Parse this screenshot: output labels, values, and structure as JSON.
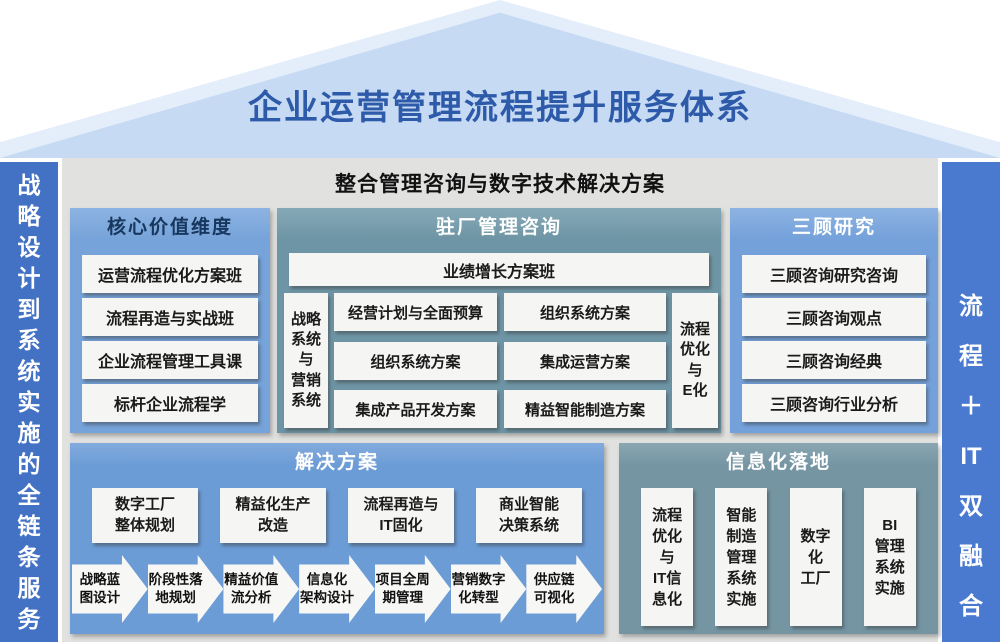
{
  "roof": {
    "title": "企业运营管理流程提升服务体系"
  },
  "left_sidebar": {
    "text": "战\n略\n设\n计\n到\n系\n统\n实\n施\n的\n全\n链\n条\n服\n务"
  },
  "right_sidebar": {
    "text": "流\n程\n＋\nIT\n双\n融\n合"
  },
  "header_bar": {
    "title": "整合管理咨询与数字技术解决方案"
  },
  "panels": {
    "core_value": {
      "title": "核心价值维度",
      "items": [
        "运营流程优化方案班",
        "流程再造与实战班",
        "企业流程管理工具课",
        "标杆企业流程学"
      ]
    },
    "onsite": {
      "title": "驻厂管理咨询",
      "top_item": "业绩增长方案班",
      "left_vertical": "战略\n系统\n与\n营销\n系统",
      "middle_items": [
        "经营计划与全面预算",
        "组织系统方案",
        "集成产品开发方案"
      ],
      "right_items": [
        "组织系统方案",
        "集成运营方案",
        "精益智能制造方案"
      ],
      "right_vertical": "流程\n优化\n与\nE化"
    },
    "sangu": {
      "title": "三顾研究",
      "items": [
        "三顾咨询研究咨询",
        "三顾咨询观点",
        "三顾咨询经典",
        "三顾咨询行业分析"
      ]
    },
    "solutions": {
      "title": "解决方案",
      "items": [
        "数字工厂\n整体规划",
        "精益化生产\n改造",
        "流程再造与\nIT固化",
        "商业智能\n决策系统"
      ],
      "arrows": [
        "战略蓝\n图设计",
        "阶段性落\n地规划",
        "精益价值\n流分析",
        "信息化\n架构设计",
        "项目全周\n期管理",
        "营销数字\n化转型",
        "供应链\n可视化"
      ]
    },
    "informatization": {
      "title": "信息化落地",
      "items": [
        "流程\n优化\n与\nIT信\n息化",
        "智能\n制造\n管理\n系统\n实施",
        "数字\n化\n工厂",
        "BI\n管理\n系统\n实施"
      ]
    }
  },
  "colors": {
    "roof_outer": "#e4eefa",
    "roof_inner": "#c6daf4",
    "title_text": "#2d5aa9",
    "left_sidebar_bg": "#4372c4",
    "right_sidebar_bg": "#4a7ad0",
    "center_bg": "#e1e1df",
    "panel_blue": "#76a3d9",
    "panel_teal": "#6e95a5",
    "box_bg": "#f5f5f4",
    "box_text": "#1a1a1a",
    "core_value_title_text": "#17375e"
  }
}
